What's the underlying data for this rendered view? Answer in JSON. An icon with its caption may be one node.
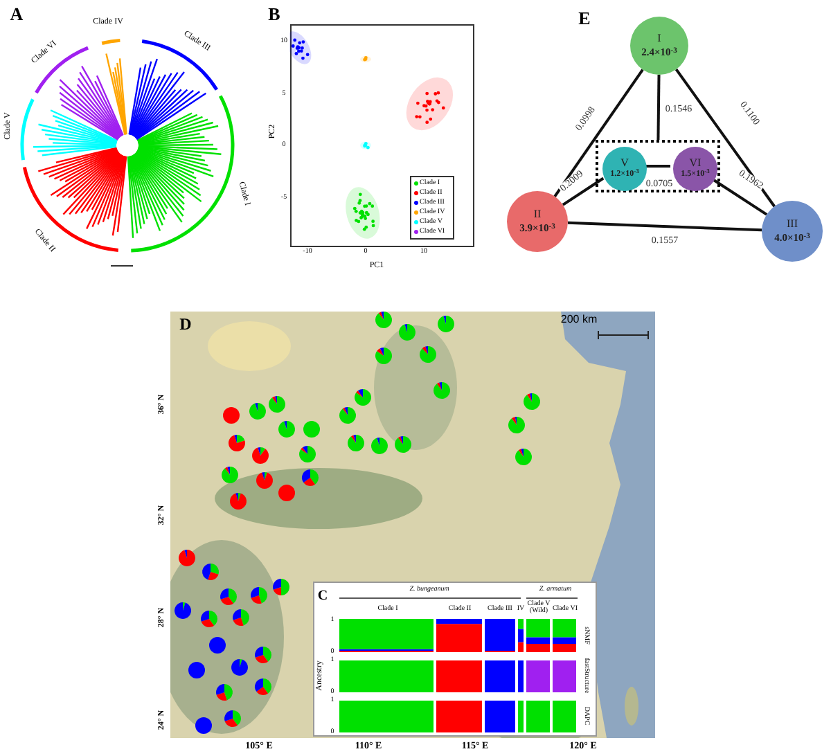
{
  "diagram": {
    "nodes": [
      {
        "text": [
          "I",
          "2.4×10$^{-3}$"
        ]
      },
      {
        "text": [],
        "shape": "box"
      },
      {
        "text": [
          "V",
          "1.2×10$^{-3}$"
        ],
        "in": 1
      },
      {
        "text": [
          "VI",
          "1.5×10$^{-3}$"
        ],
        "in": 1
      },
      {
        "text": [
          "II",
          "3.9×10$^{-3}$"
        ]
      },
      {
        "text": [
          "III",
          "4.0×10$^{-3}$"
        ]
      }
    ],
    "edges": [
      {
        "from": 0,
        "to": 4,
        "arrow": "none",
        "label": "0.0998"
      },
      {
        "from": 0,
        "to": 5,
        "arrow": "none",
        "label": "0.1100"
      },
      {
        "from": 0,
        "to": 1,
        "arrow": "none",
        "label": "0.1546"
      },
      {
        "from": 4,
        "to": 2,
        "arrow": "none",
        "label": "0.2009"
      },
      {
        "from": 2,
        "to": 3,
        "arrow": "none",
        "label": "0.0705"
      },
      {
        "from": 3,
        "to": 5,
        "arrow": "none",
        "label": "0.1962"
      },
      {
        "from": 4,
        "to": 5,
        "arrow": "none",
        "label": "0.1557"
      }
    ],
    "labels": [
      "A",
      "Clade IV",
      "Clade III",
      "Clade VI",
      "Clade V",
      "Clade I",
      "Clade II",
      "B",
      "10",
      "5",
      "0",
      "-5",
      "-10",
      "0",
      "10",
      "PC2",
      "PC1",
      "E",
      "D",
      "200 km",
      "36° N",
      "32° N",
      "28° N",
      "24° N",
      "105° E",
      "110° E",
      "115° E",
      "120° E",
      "C",
      "Z. bungeanum",
      "Z. armatum",
      "Clade I",
      "Clade II",
      "Clade III",
      "IV",
      "Clade V (Wild)",
      "Clade VI",
      "Ancestry",
      "1",
      "0",
      "1",
      "0",
      "1",
      "0",
      "sNMF",
      "fastStructure",
      "DAPC"
    ],
    "legend": [
      {
        "text": "Clade I",
        "color": "#00e000"
      },
      {
        "text": "Clade II",
        "color": "#ff0000"
      },
      {
        "text": "Clade III",
        "color": "#0000ff"
      },
      {
        "text": "Clade IV",
        "color": "#ffa500"
      },
      {
        "text": "Clade V",
        "color": "#00ffff"
      },
      {
        "text": "Clade VI",
        "color": "#a020f0"
      }
    ]
  }
}
